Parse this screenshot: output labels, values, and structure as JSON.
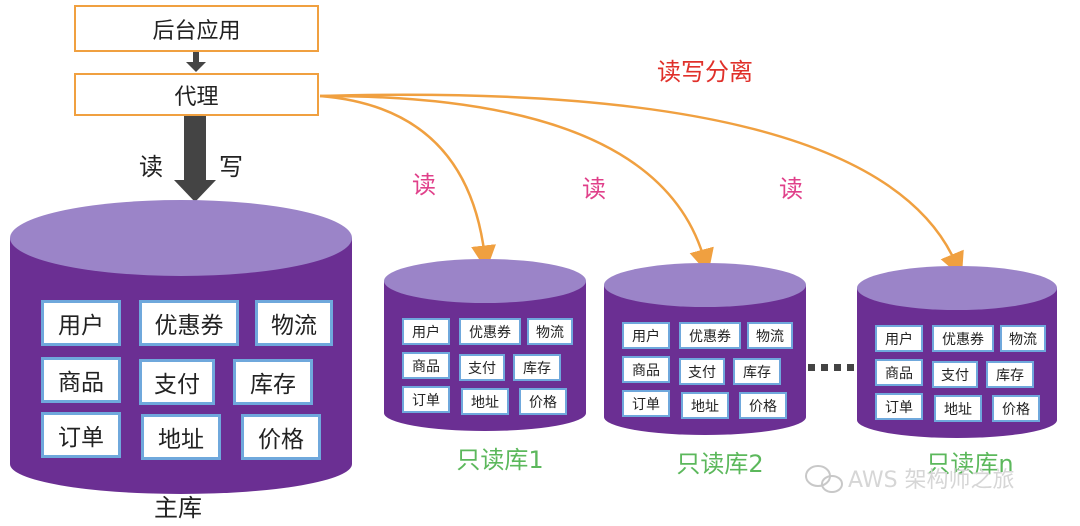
{
  "top": {
    "app": "后台应用",
    "proxy": "代理"
  },
  "main_arrow": {
    "read": "读",
    "write": "写"
  },
  "separation_label": "读写分离",
  "read_labels": [
    "读",
    "读",
    "读"
  ],
  "master": {
    "name": "主库",
    "tables": [
      "用户",
      "优惠券",
      "物流",
      "商品",
      "支付",
      "库存",
      "订单",
      "地址",
      "价格"
    ]
  },
  "replicas": [
    {
      "name": "只读库1",
      "tables": [
        "用户",
        "优惠券",
        "物流",
        "商品",
        "支付",
        "库存",
        "订单",
        "地址",
        "价格"
      ]
    },
    {
      "name": "只读库2",
      "tables": [
        "用户",
        "优惠券",
        "物流",
        "商品",
        "支付",
        "库存",
        "订单",
        "地址",
        "价格"
      ]
    },
    {
      "name": "只读库n",
      "tables": [
        "用户",
        "优惠券",
        "物流",
        "商品",
        "支付",
        "库存",
        "订单",
        "地址",
        "价格"
      ]
    }
  ],
  "watermark": "AWS 架构师之旅",
  "colors": {
    "orange": "#f0a040",
    "db_body": "#6b2f93",
    "db_top": "#9b84c8",
    "tile_border": "#6fa8dc",
    "pink": "#e0408a",
    "red": "#e0302a",
    "green": "#5cb85c"
  }
}
